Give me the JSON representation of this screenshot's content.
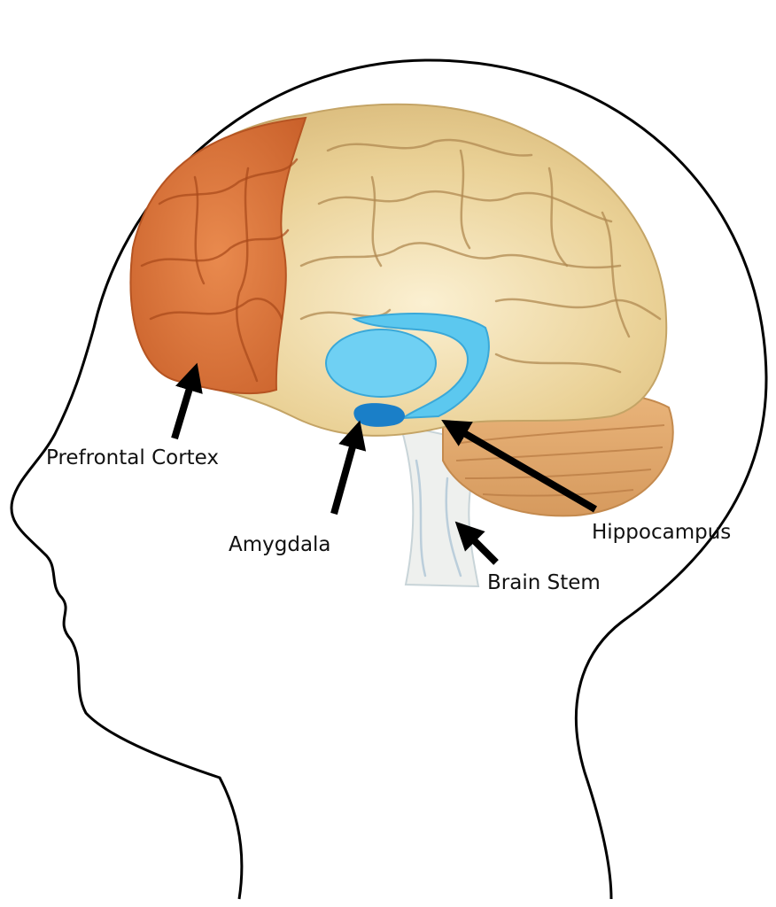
{
  "title": "Brain regions in head silhouette",
  "labels": {
    "prefrontal": "Prefrontal Cortex",
    "amygdala": "Amygdala",
    "hippocampus": "Hippocampus",
    "brain_stem": "Brain Stem"
  },
  "colors": {
    "cortex": "#e8cf97",
    "prefrontal": "#d8763a",
    "hippocampus": "#5cc8ef",
    "amygdala": "#1a7fc8",
    "cerebellum": "#e4b077",
    "brain_stem": "#eef0ee"
  }
}
